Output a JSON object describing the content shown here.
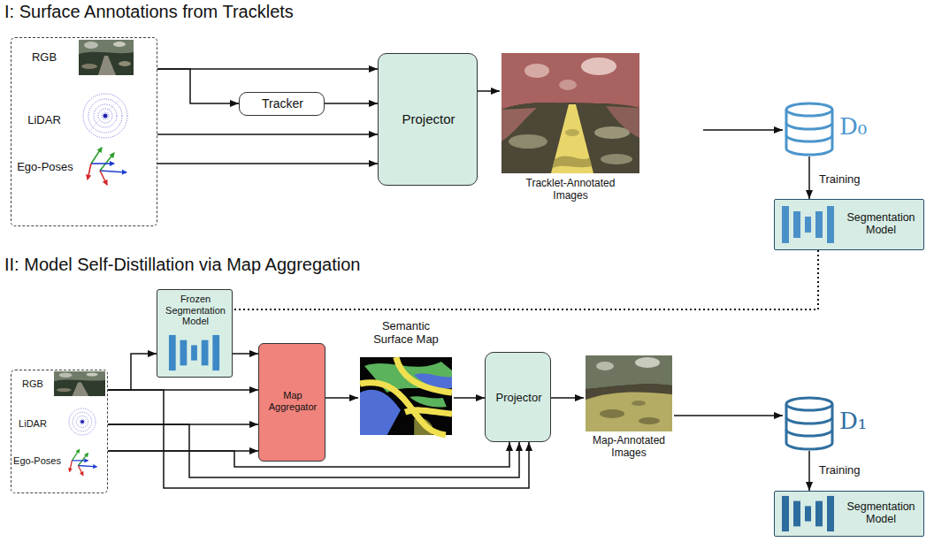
{
  "diagram": {
    "nodes": [
      {
        "text": [
          "I: Surface Annotations from Tracklets"
        ]
      },
      {
        "text": [
          "RGB",
          "LiDAR",
          "Ego-Poses"
        ],
        "in": 0
      },
      {
        "text": [
          "Tracker"
        ],
        "in": 0
      },
      {
        "text": [
          "Projector"
        ],
        "in": 0
      },
      {
        "text": [
          "Tracklet-Annotated Images"
        ],
        "in": 0
      },
      {
        "text": [
          "D₀"
        ]
      },
      {
        "text": [
          "Segmentation Model"
        ]
      },
      {
        "text": [
          "II: Model Self-Distillation via Map Aggregation"
        ]
      },
      {
        "text": [
          "RGB",
          "LiDAR",
          "Ego-Poses"
        ],
        "in": 7
      },
      {
        "text": [
          "Frozen Segmentation Model"
        ],
        "in": 7
      },
      {
        "text": [
          "Map Aggregator"
        ],
        "in": 7
      },
      {
        "text": [
          "Semantic Surface Map"
        ],
        "in": 7
      },
      {
        "text": [
          "Projector"
        ],
        "in": 7
      },
      {
        "text": [
          "Map-Annotated Images"
        ],
        "in": 7
      },
      {
        "text": [
          "D₁"
        ]
      },
      {
        "text": [
          "Segmentation Model"
        ]
      }
    ],
    "edges": [
      {
        "from": 1,
        "to": 2,
        "arrow": "to"
      },
      {
        "from": 1,
        "to": 3,
        "arrow": "to"
      },
      {
        "from": 2,
        "to": 3,
        "arrow": "to"
      },
      {
        "from": 1,
        "to": 3,
        "arrow": "to"
      },
      {
        "from": 1,
        "to": 3,
        "arrow": "to"
      },
      {
        "from": 3,
        "to": 4,
        "arrow": "to"
      },
      {
        "from": 0,
        "to": 5,
        "arrow": "to"
      },
      {
        "from": 5,
        "to": 6,
        "label": "Training",
        "arrow": "to"
      },
      {
        "from": 6,
        "to": 9,
        "arrow": "none"
      },
      {
        "from": 8,
        "to": 9,
        "arrow": "to"
      },
      {
        "from": 8,
        "to": 10,
        "arrow": "to"
      },
      {
        "from": 8,
        "to": 10,
        "arrow": "to"
      },
      {
        "from": 8,
        "to": 10,
        "arrow": "to"
      },
      {
        "from": 9,
        "to": 10,
        "arrow": "to"
      },
      {
        "from": 8,
        "to": 12,
        "arrow": "to"
      },
      {
        "from": 8,
        "to": 12,
        "arrow": "to"
      },
      {
        "from": 8,
        "to": 12,
        "arrow": "to"
      },
      {
        "from": 10,
        "to": 11,
        "arrow": "to"
      },
      {
        "from": 11,
        "to": 12,
        "arrow": "to"
      },
      {
        "from": 12,
        "to": 13,
        "arrow": "to"
      },
      {
        "from": 13,
        "to": 14,
        "arrow": "to"
      },
      {
        "from": 14,
        "to": 15,
        "label": "Training",
        "arrow": "to"
      }
    ]
  }
}
